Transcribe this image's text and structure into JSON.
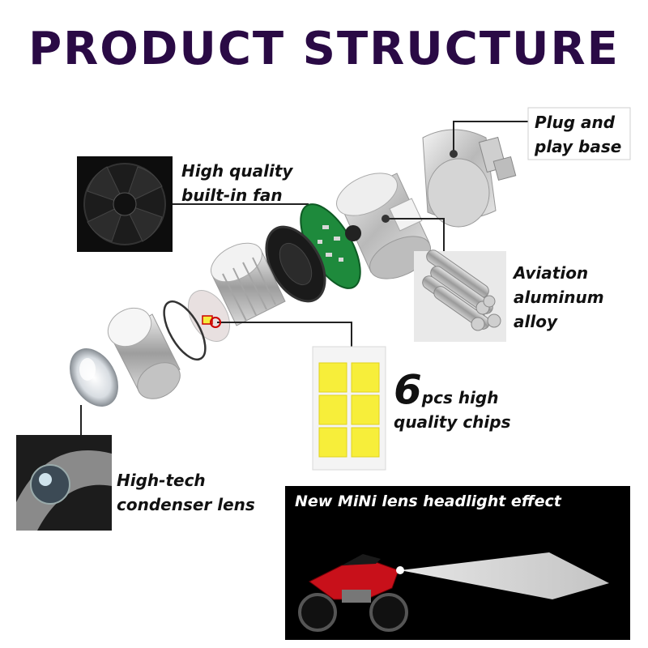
{
  "title": "PRODUCT STRUCTURE",
  "labels": {
    "plug_line1": "Plug and",
    "plug_line2": "play base",
    "fan_line1": "High quality",
    "fan_line2": "built-in fan",
    "alu_line1": "Aviation",
    "alu_line2": "aluminum",
    "alu_line3": "alloy",
    "chips_big": "6",
    "chips_line1": "pcs high",
    "chips_line2": "quality chips",
    "lens_line1": "High-tech",
    "lens_line2": "condenser lens"
  },
  "effect_panel": {
    "title": "New MiNi lens headlight effect"
  },
  "colors": {
    "title": "#2a0a45",
    "chip": "#f7ee3a",
    "pcb": "#1e8a3c",
    "bike": "#c8101a",
    "beam": "#ffffff"
  },
  "icons": [
    "fan-icon",
    "aluminum-rods-icon",
    "led-chip-icon",
    "condenser-lens-icon",
    "motorcycle-icon"
  ]
}
